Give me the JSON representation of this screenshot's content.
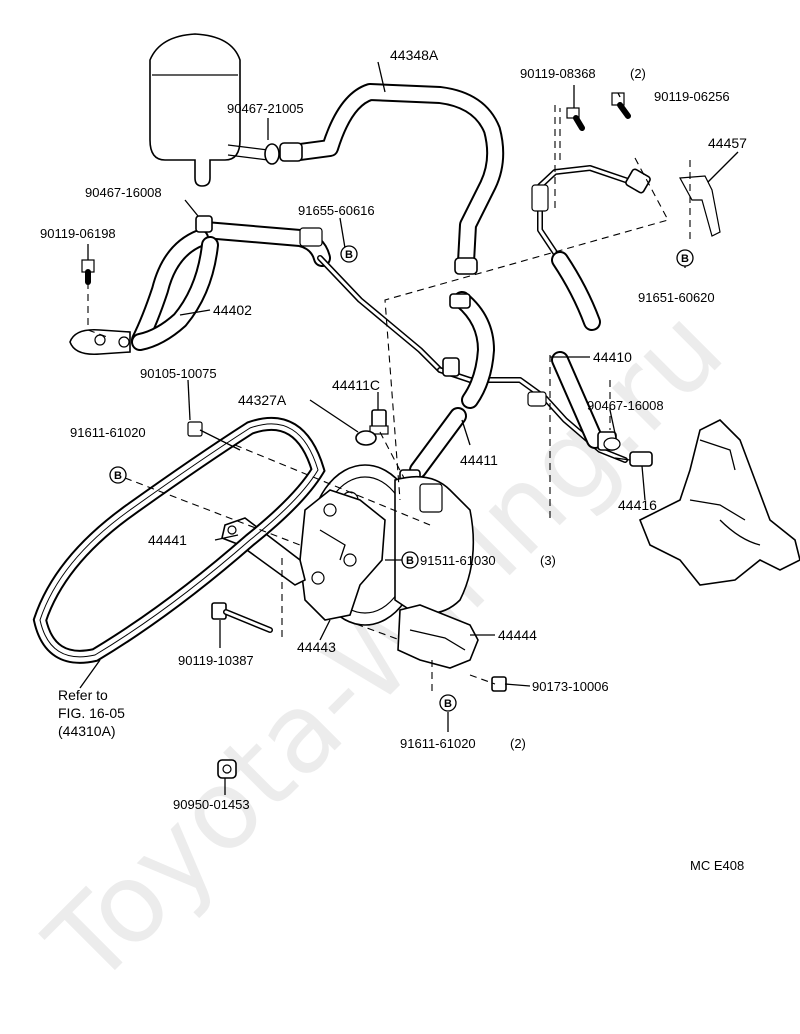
{
  "watermark": "Toyota-Wiring.ru",
  "diagram_code": "MC E408",
  "bolt_marker": "B",
  "labels": {
    "p44348a": "44348A",
    "p90119_08368": "90119-08368",
    "p90119_08368_qty": "(2)",
    "p90119_06256": "90119-06256",
    "p90467_21005": "90467-21005",
    "p44457": "44457",
    "p90467_16008_a": "90467-16008",
    "p91655_60616": "91655-60616",
    "p90119_06198": "90119-06198",
    "p91651_60620": "91651-60620",
    "p44402": "44402",
    "p44410": "44410",
    "p90105_10075": "90105-10075",
    "p44411c": "44411C",
    "p44327a": "44327A",
    "p90467_16008_b": "90467-16008",
    "p91611_61020_a": "91611-61020",
    "p44411": "44411",
    "p44416": "44416",
    "p44441": "44441",
    "p91511_61030": "91511-61030",
    "p91511_61030_qty": "(3)",
    "p44444": "44444",
    "p90119_10387": "90119-10387",
    "p44443": "44443",
    "p90173_10006": "90173-10006",
    "p91611_61020_b": "91611-61020",
    "p91611_61020_b_qty": "(2)",
    "p90950_01453": "90950-01453"
  },
  "refer_note": {
    "line1": "Refer to",
    "line2": "FIG. 16-05",
    "line3": "(44310A)"
  }
}
